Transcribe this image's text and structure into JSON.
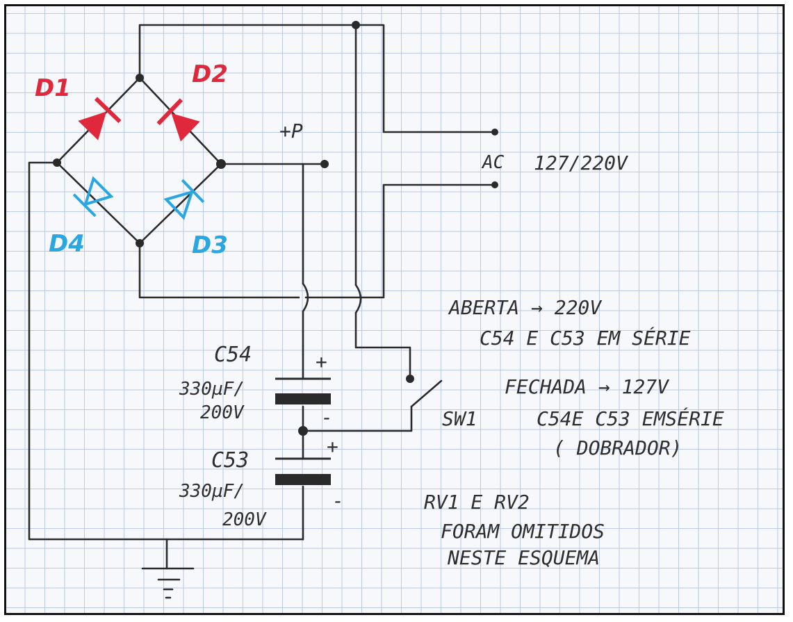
{
  "diodes": {
    "d1": "D1",
    "d2": "D2",
    "d3": "D3",
    "d4": "D4"
  },
  "colors": {
    "red_diodes": "#e0283c",
    "blue_diodes": "#2aa6e0",
    "ink": "#2a2a2a",
    "grid": "#b9c9e6"
  },
  "labels": {
    "plus_p": "+P",
    "ac": "AC",
    "ac_voltage": "127/220V",
    "c54": "C54",
    "c54_value_1": "330µF/",
    "c54_value_2": "200V",
    "c53": "C53",
    "c53_value_1": "330µF/",
    "c53_value_2": "200V",
    "plus_top": "+",
    "minus_top": "-",
    "plus_bottom": "+",
    "minus_bottom": "-",
    "sw1": "SW1"
  },
  "notes": {
    "aberta_line": "ABERTA → 220V",
    "aberta_desc": "C54 E C53 EM SÉRIE",
    "fechada_line": "FECHADA → 127V",
    "fechada_desc": "C54E C53 EMSÉRIE",
    "fechada_paren": "( DOBRADOR)",
    "rv_line1": "RV1 E RV2",
    "rv_line2": "FORAM OMITIDOS",
    "rv_line3": "NESTE ESQUEMA"
  }
}
